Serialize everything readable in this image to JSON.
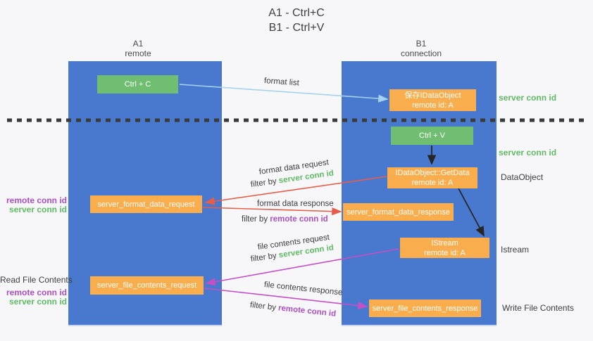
{
  "title": {
    "line1": "A1 - Ctrl+C",
    "line2": "B1 - Ctrl+V"
  },
  "columns": {
    "a1": {
      "name": "A1",
      "subtitle": "remote"
    },
    "b1": {
      "name": "B1",
      "subtitle": "connection"
    }
  },
  "nodes": {
    "ctrl_c": {
      "label": "Ctrl + C"
    },
    "save_idataobject": {
      "line1": "保存IDataObject",
      "line2": "remote id: A"
    },
    "ctrl_v": {
      "label": "Ctrl + V"
    },
    "getdata": {
      "line1": "IDataObject::GetData",
      "line2": "remote id: A"
    },
    "format_request": {
      "label": "server_format_data_request"
    },
    "format_response": {
      "label": "server_format_data_response"
    },
    "istream": {
      "line1": "IStream",
      "line2": "remote id: A"
    },
    "file_request": {
      "label": "server_file_contents_request"
    },
    "file_response": {
      "label": "server_file_contents_response"
    }
  },
  "right_labels": {
    "server_conn_id_top": "server conn id",
    "server_conn_id_mid": "server conn id",
    "dataobject": "DataObject",
    "istream": "Istream",
    "write_file_contents": "Write File Contents"
  },
  "left_labels": {
    "format_remote_conn_id": "remote conn id",
    "format_server_conn_id": "server conn id",
    "read_file_contents": "Read File Contents",
    "file_remote_conn_id": "remote conn id",
    "file_server_conn_id": "server conn id"
  },
  "arrows": {
    "format_list": {
      "label": "format list"
    },
    "format_data_request": {
      "label": "format data request",
      "filter_prefix": "filter by",
      "filter_key": "server conn id"
    },
    "format_data_response": {
      "label": "format data response",
      "filter_prefix": "filter by",
      "filter_key": "remote conn id"
    },
    "file_contents_request": {
      "label": "file contents request",
      "filter_prefix": "filter by",
      "filter_key": "server conn id"
    },
    "file_contents_response": {
      "label": "file contents response",
      "filter_prefix": "filter by",
      "filter_key": "remote conn id"
    }
  },
  "colors": {
    "background": "#f7f7f9",
    "column_blue": "#4879ce",
    "node_green": "#6fbe72",
    "node_orange": "#f9ad4d",
    "label_green": "#5fbb63",
    "label_purple": "#ab4fc3",
    "arrow_blue": "#a5d2ee",
    "arrow_red": "#e85d4a",
    "arrow_magenta": "#c44fc6",
    "arrow_black": "#262626",
    "divider": "#3a3a3a",
    "text_dark": "#3d3d3d"
  }
}
